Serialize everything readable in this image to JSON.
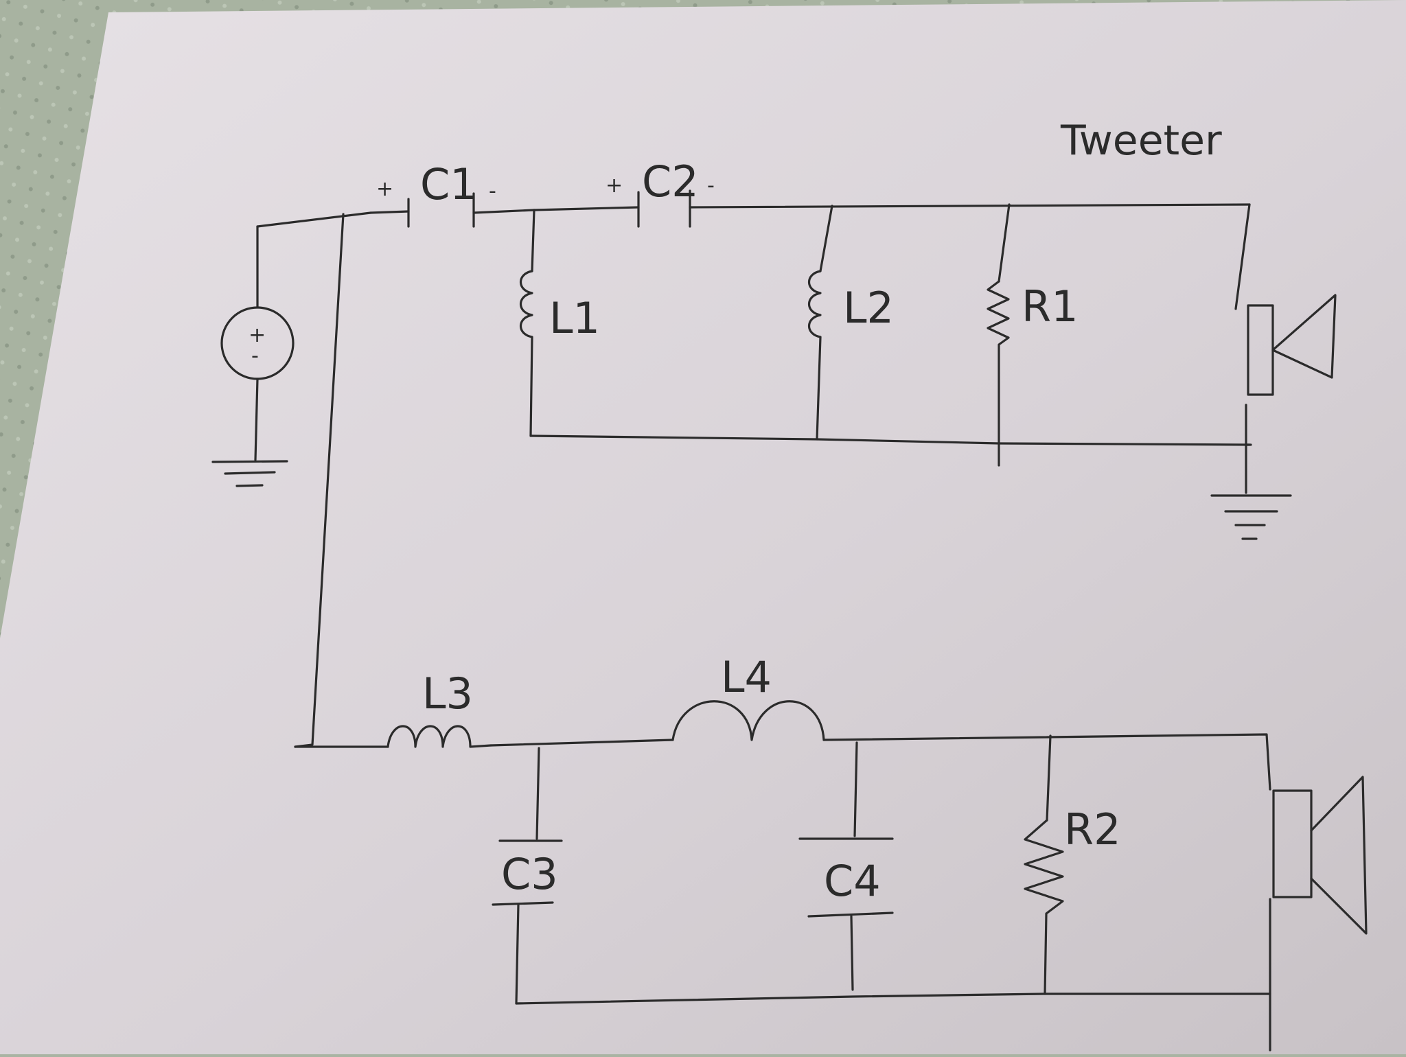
{
  "diagram": {
    "title": "Tweeter",
    "labels": {
      "c1": "C1",
      "c2": "C2",
      "l1": "L1",
      "l2": "L2",
      "r1": "R1",
      "l3": "L3",
      "l4": "L4",
      "c3": "C3",
      "c4": "C4",
      "r2": "R2"
    },
    "polarity": {
      "c1_plus": "+",
      "c1_minus": "-",
      "c2_plus": "+",
      "c2_minus": "-",
      "source_plus": "+",
      "source_minus": "-"
    }
  }
}
